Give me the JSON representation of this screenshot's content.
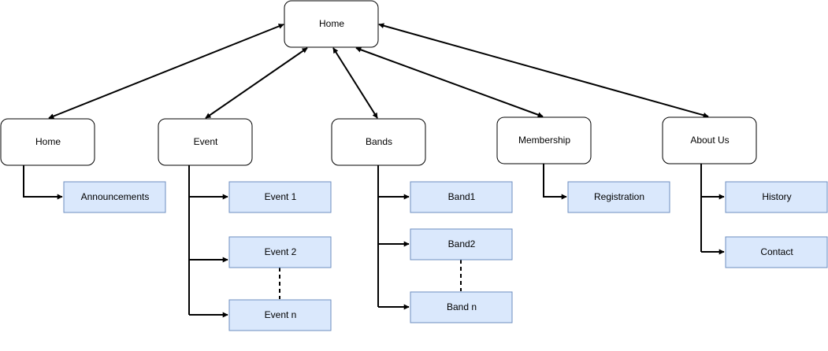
{
  "colors": {
    "page_box_fill": "#ffffff",
    "page_box_stroke": "#000000",
    "leaf_fill": "#dae8fc",
    "leaf_stroke": "#6c8ebf",
    "line": "#000000"
  },
  "nodes": {
    "root": "Home",
    "home": "Home",
    "event": "Event",
    "bands": "Bands",
    "membership": "Membership",
    "about": "About Us",
    "announcements": "Announcements",
    "event1": "Event 1",
    "event2": "Event 2",
    "eventn": "Event n",
    "band1": "Band1",
    "band2": "Band2",
    "bandn": "Band n",
    "registration": "Registration",
    "history": "History",
    "contact": "Contact"
  }
}
